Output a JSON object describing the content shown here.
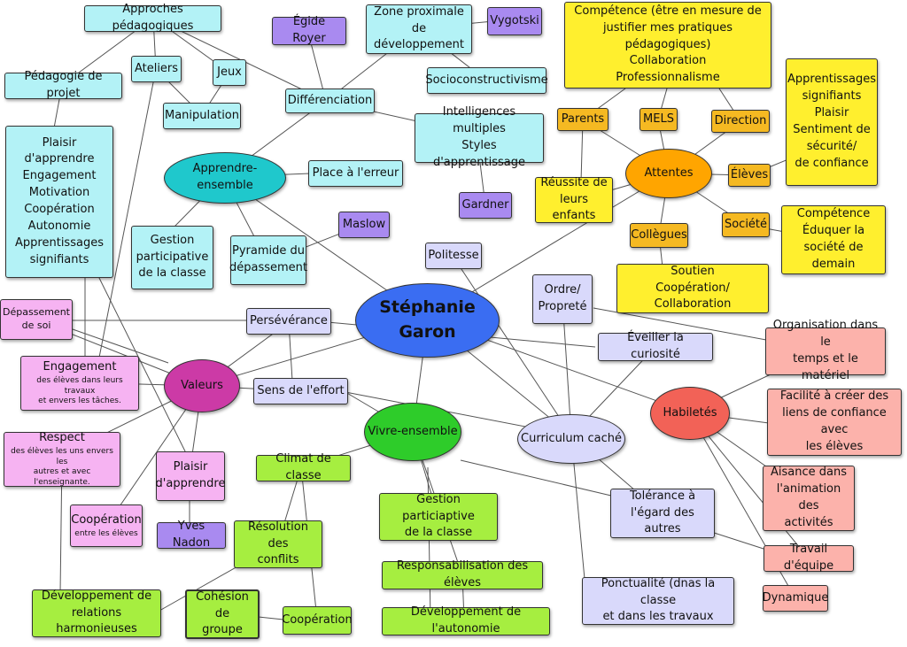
{
  "center": "Stéphanie Garon",
  "apprendre": {
    "hub": "Apprendre-ensemble",
    "approches": "Approches pédagogiques",
    "pedagogie_projet": "Pédagogie de projet",
    "ateliers": "Ateliers",
    "jeux": "Jeux",
    "manipulation": "Manipulation",
    "egide": "Égide Royer",
    "zone": "Zone proximale de\ndéveloppement",
    "vygotski": "Vygotski",
    "socio": "Socioconstructivisme",
    "differenciation": "Différenciation",
    "intelligences": "Intelligences multiples\nStyles d'apprentissage",
    "gardner": "Gardner",
    "plaisir_list": "Plaisir d'apprendre\nEngagement\nMotivation\nCoopération\nAutonomie\nApprentissages\nsignifiants",
    "place_erreur": "Place à l'erreur",
    "gestion": "Gestion\nparticipative\nde la classe",
    "pyramide": "Pyramide du\ndépassement",
    "maslow": "Maslow"
  },
  "attentes": {
    "hub": "Attentes",
    "competence": "Compétence (être en mesure de\njustifier mes pratiques pédagogiques)\nCollaboration\nProfessionnalisme",
    "parents": "Parents",
    "mels": "MELS",
    "direction": "Direction",
    "apprentissages": "Apprentissages\nsignifiants\nPlaisir\nSentiment de\nsécurité/\nde confiance",
    "eleves": "Élèves",
    "reussite": "Réussite de\nleurs enfants",
    "collegues": "Collègues",
    "societe": "Société",
    "competence_soc": "Compétence\nÉduquer la\nsociété de demain",
    "soutien": "Soutien\nCoopération/ Collaboration"
  },
  "valeurs": {
    "hub": "Valeurs",
    "depassement": "Dépassement\nde soi",
    "perseverance": "Persévérance",
    "engagement_title": "Engagement",
    "engagement_sub": "des élèves dans leurs travaux\net envers les tâches.",
    "sens_effort": "Sens de l'effort",
    "respect_title": "Respect",
    "respect_sub": "des élèves les uns envers les\nautres et avec l'enseignante.",
    "plaisir": "Plaisir\nd'apprendre",
    "cooperation_title": "Coopération",
    "cooperation_sub": "entre les élèves",
    "yves": "Yves Nadon"
  },
  "vivre": {
    "hub": "Vivre-ensemble",
    "climat": "Climat de classe",
    "gestion": "Gestion particiaptive\nde la classe",
    "resolution": "Résolution des\nconflits",
    "responsabilisation": "Responsabilisation des élèves",
    "developpement": "Développement de\nrelations harmonieuses",
    "cohesion": "Cohésion de\ngroupe",
    "cooperation": "Coopération",
    "autonomie": "Développement de l'autonomie"
  },
  "curriculum": {
    "hub": "Curriculum caché",
    "politesse": "Politesse",
    "ordre": "Ordre/\nPropreté",
    "curiosite": "Éveiller la curiosité",
    "tolerance": "Tolérance à\nl'égard des autres",
    "ponctualite": "Ponctualité (dnas la classe\net dans les travaux"
  },
  "habiletes": {
    "hub": "Habiletés",
    "organisation": "Organisation dans le\ntemps et le matériel",
    "facilite": "Facilité à créer des\nliens de confiance avec\nles élèves",
    "aisance": "Aisance dans\nl'animation des\nactivités",
    "travail": "Travail d'équipe",
    "dynamique": "Dynamique"
  }
}
